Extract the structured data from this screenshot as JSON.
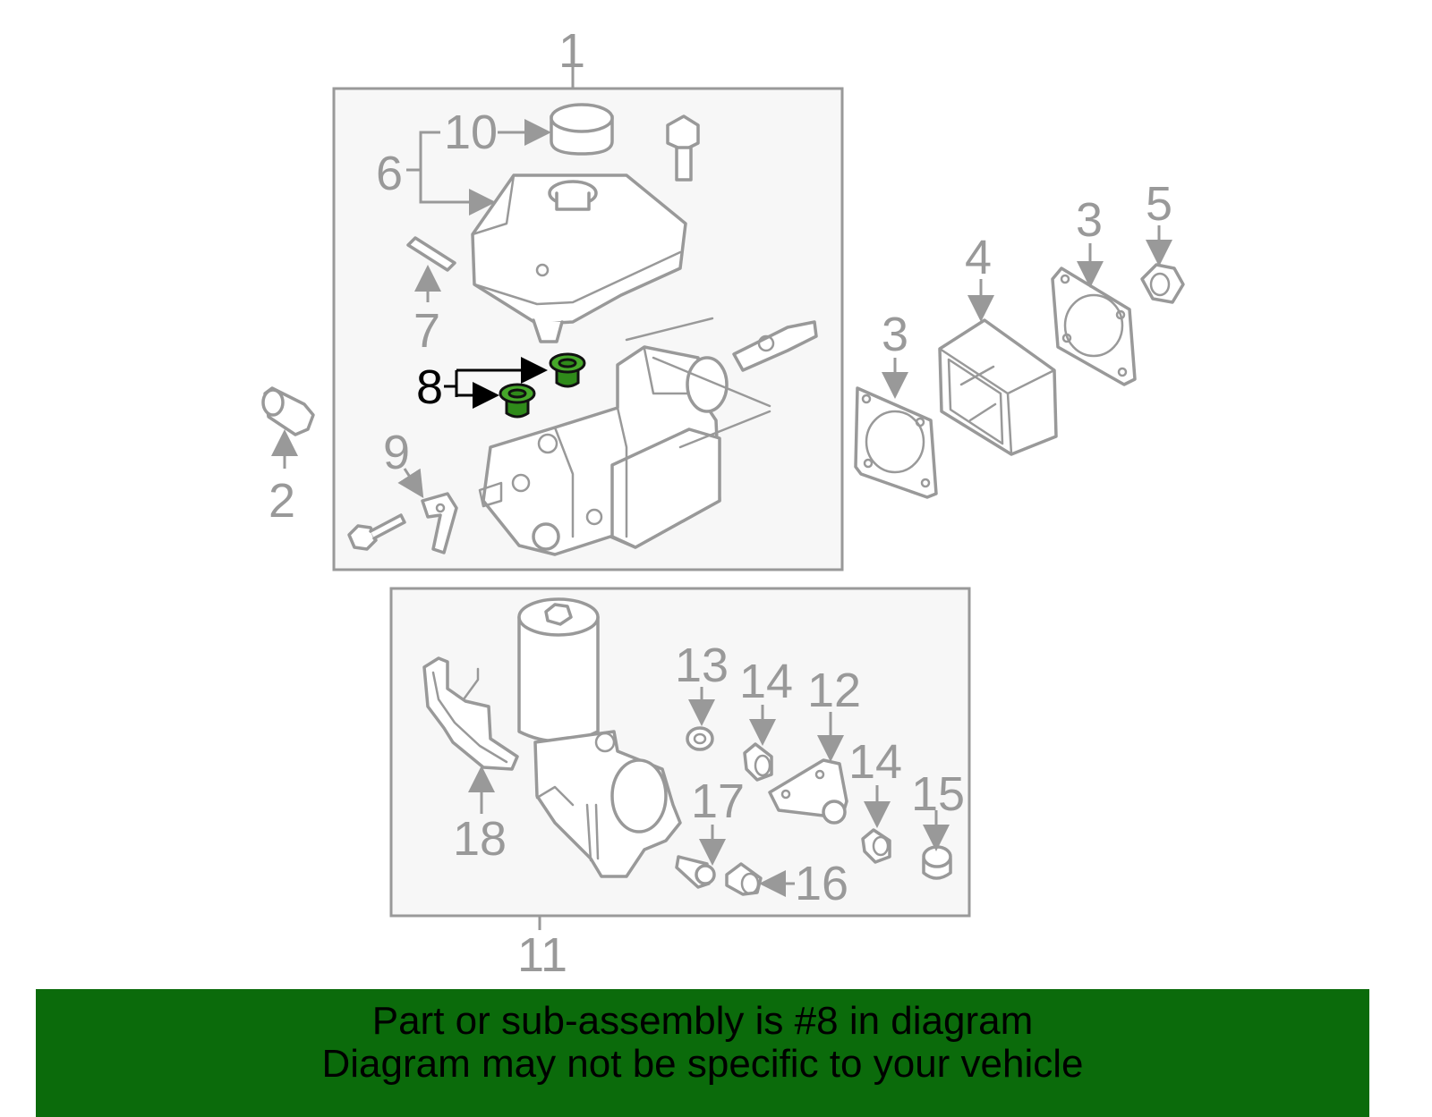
{
  "callouts": {
    "n1": "1",
    "n2": "2",
    "n3a": "3",
    "n3b": "3",
    "n4": "4",
    "n5": "5",
    "n6": "6",
    "n7": "7",
    "n8": "8",
    "n9": "9",
    "n10": "10",
    "n11": "11",
    "n12": "12",
    "n13": "13",
    "n14a": "14",
    "n14b": "14",
    "n15": "15",
    "n16": "16",
    "n17": "17",
    "n18": "18"
  },
  "highlight": {
    "part_number": "8",
    "color": "#2f8a1a"
  },
  "banner": {
    "line1": "Part or sub-assembly is #8 in diagram",
    "line2": "Diagram may not be specific to your vehicle",
    "background": "#0b6b0b"
  }
}
